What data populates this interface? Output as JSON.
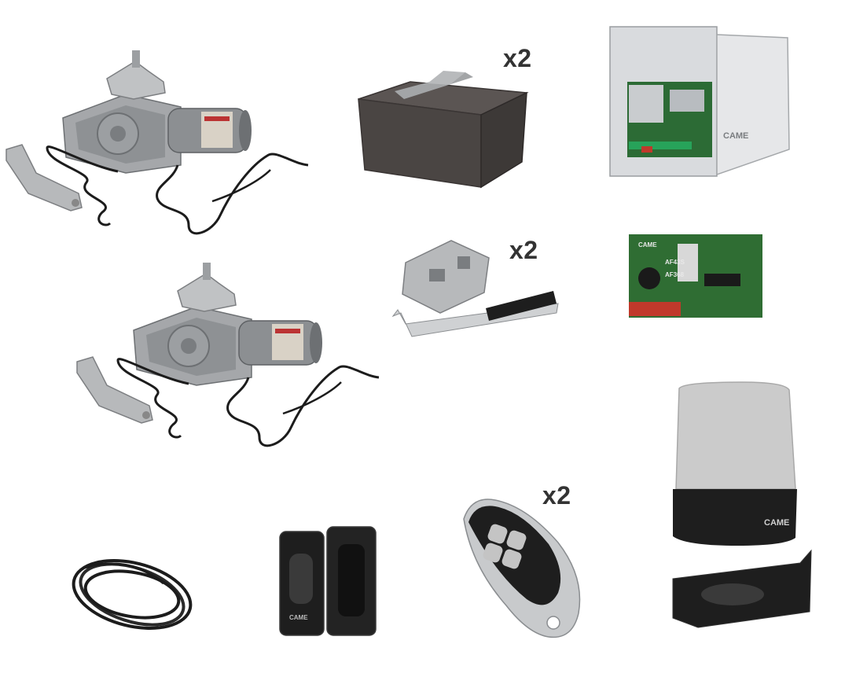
{
  "quantities": {
    "base_box": "x2",
    "release_key": "x2",
    "remote": "x2"
  },
  "brand": {
    "panel": "CAME",
    "lamp": "CAME",
    "photocell": "CAME",
    "receiver": "CAME",
    "receiver_model_a": "AF43S",
    "receiver_model_b": "AF368"
  },
  "colors": {
    "motor_metal": "#a7a9ab",
    "motor_dark": "#6d7073",
    "cable": "#1c1c1c",
    "box": "#4a4543",
    "panel_body": "#d9dbde",
    "pcb_green": "#2f6d33",
    "lamp_dome": "#c8c8c8",
    "plastic_black": "#1e1e1e",
    "quantity_text": "#333333"
  }
}
